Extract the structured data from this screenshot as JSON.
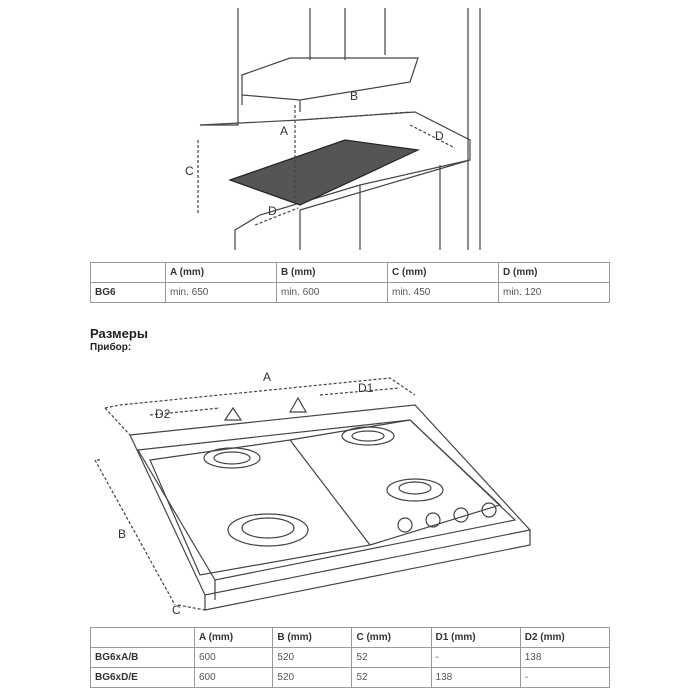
{
  "diagram1": {
    "labels": [
      "A",
      "B",
      "C",
      "D",
      "D"
    ]
  },
  "table1": {
    "headers": [
      "",
      "A (mm)",
      "B (mm)",
      "C (mm)",
      "D (mm)"
    ],
    "rows": [
      [
        "BG6",
        "min. 650",
        "min. 600",
        "min. 450",
        "min. 120"
      ]
    ]
  },
  "section": {
    "title": "Размеры",
    "subtitle": "Прибор:"
  },
  "diagram2": {
    "labels": [
      "A",
      "D1",
      "D2",
      "B",
      "C"
    ]
  },
  "table2": {
    "headers": [
      "",
      "A (mm)",
      "B (mm)",
      "C (mm)",
      "D1 (mm)",
      "D2 (mm)"
    ],
    "rows": [
      [
        "BG6xA/B",
        "600",
        "520",
        "52",
        "-",
        "138"
      ],
      [
        "BG6xD/E",
        "600",
        "520",
        "52",
        "138",
        "-"
      ]
    ]
  }
}
